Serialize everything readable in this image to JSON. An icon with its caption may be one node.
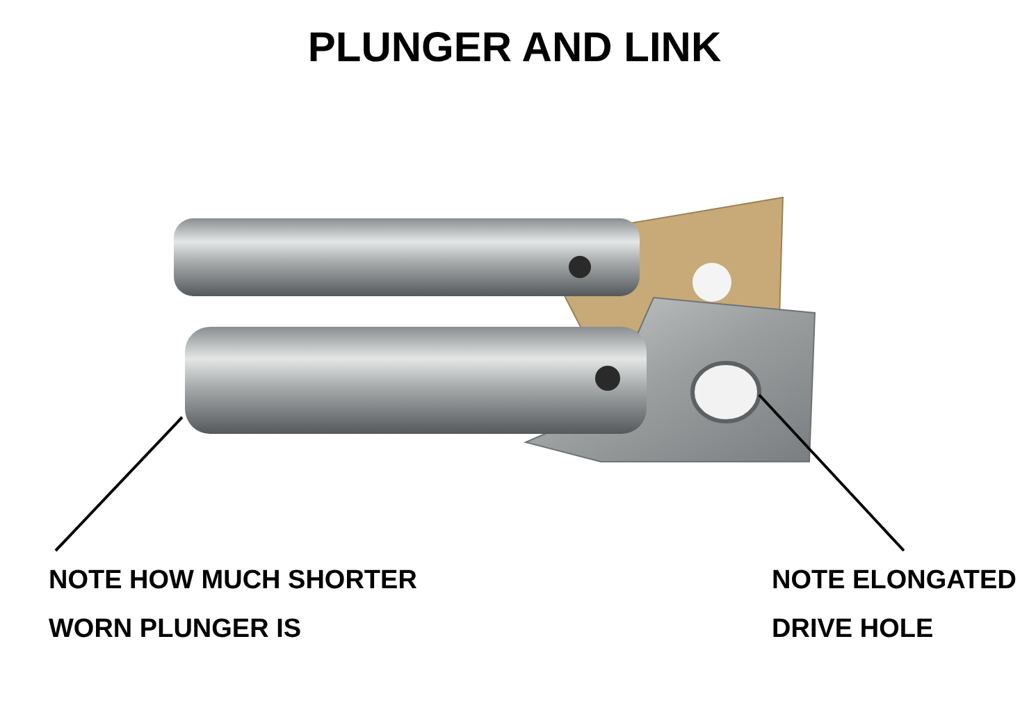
{
  "diagram": {
    "title": "PLUNGER AND LINK",
    "nodes": [
      {
        "text": [
          "NOTE HOW MUCH SHORTER WORN PLUNGER IS"
        ]
      },
      {
        "text": [],
        "shape": "picture"
      },
      {
        "text": [
          "NOTE ELONGATED DRIVE HOLE"
        ]
      },
      {
        "text": [],
        "shape": "circle"
      }
    ],
    "edges": [
      {
        "from": 0,
        "to": 1,
        "arrow": "none"
      },
      {
        "from": 2,
        "to": 3,
        "arrow": "none"
      }
    ]
  }
}
